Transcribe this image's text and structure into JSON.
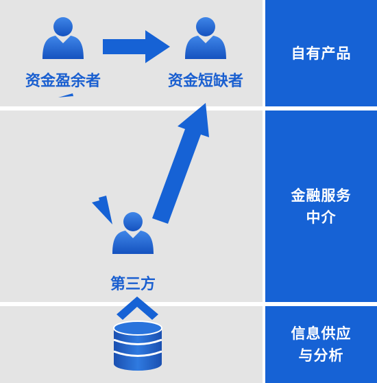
{
  "layers": [
    {
      "id": "products",
      "label": "自有产品"
    },
    {
      "id": "intermediary",
      "label": "金融服务\n中介"
    },
    {
      "id": "info",
      "label": "信息供应\n与分析"
    }
  ],
  "nodes": {
    "surplus": {
      "label": "资金盈余者"
    },
    "deficit": {
      "label": "资金短缺者"
    },
    "third_party": {
      "label": "第三方"
    }
  },
  "colors": {
    "accent": "#1662d5",
    "person": "#1c62cc",
    "band": "#e4e4e4",
    "database": "#1a5dc8"
  },
  "icons": [
    "person-icon",
    "arrow-icon",
    "database-icon",
    "chevron-up-icon"
  ]
}
